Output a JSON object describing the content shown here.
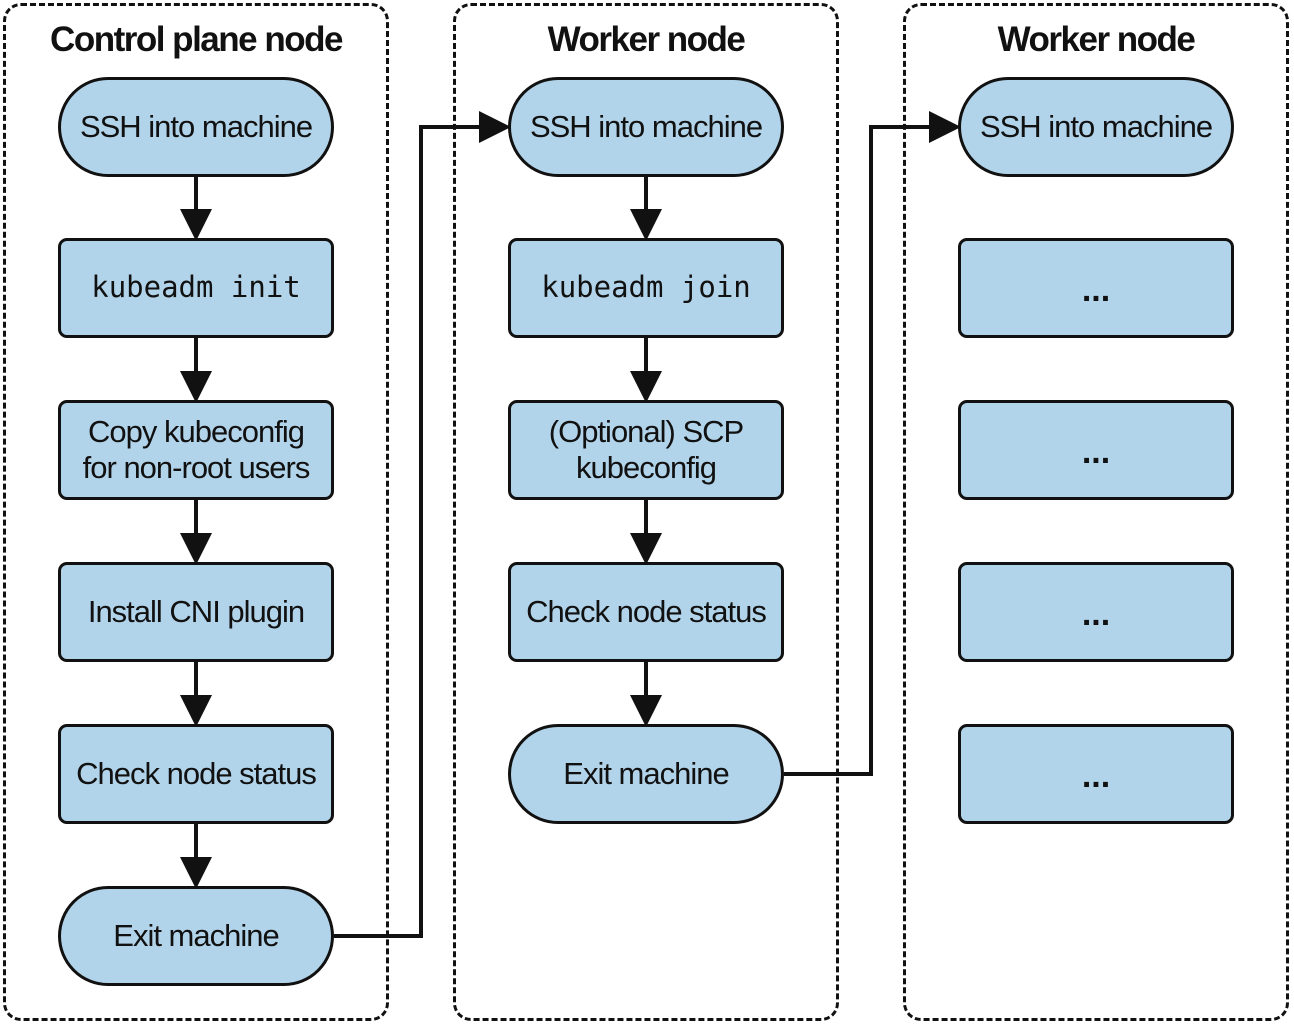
{
  "lanes": [
    {
      "title": "Control plane node",
      "steps": [
        {
          "label": "SSH into machine",
          "shape": "pill"
        },
        {
          "label": "kubeadm init",
          "shape": "rect",
          "mono": true
        },
        {
          "label": "Copy kubeconfig\nfor non-root users",
          "shape": "rect"
        },
        {
          "label": "Install CNI plugin",
          "shape": "rect"
        },
        {
          "label": "Check node status",
          "shape": "rect"
        },
        {
          "label": "Exit machine",
          "shape": "pill"
        }
      ]
    },
    {
      "title": "Worker node",
      "steps": [
        {
          "label": "SSH into machine",
          "shape": "pill"
        },
        {
          "label": "kubeadm join",
          "shape": "rect",
          "mono": true
        },
        {
          "label": "(Optional) SCP\nkubeconfig",
          "shape": "rect"
        },
        {
          "label": "Check node status",
          "shape": "rect"
        },
        {
          "label": "Exit machine",
          "shape": "pill"
        }
      ]
    },
    {
      "title": "Worker node",
      "steps": [
        {
          "label": "SSH into machine",
          "shape": "pill"
        },
        {
          "label": "...",
          "shape": "rect",
          "ellipsis": true
        },
        {
          "label": "...",
          "shape": "rect",
          "ellipsis": true
        },
        {
          "label": "...",
          "shape": "rect",
          "ellipsis": true
        },
        {
          "label": "...",
          "shape": "rect",
          "ellipsis": true
        }
      ]
    }
  ],
  "colors": {
    "node_fill": "#b2d4ea",
    "stroke": "#111111"
  }
}
